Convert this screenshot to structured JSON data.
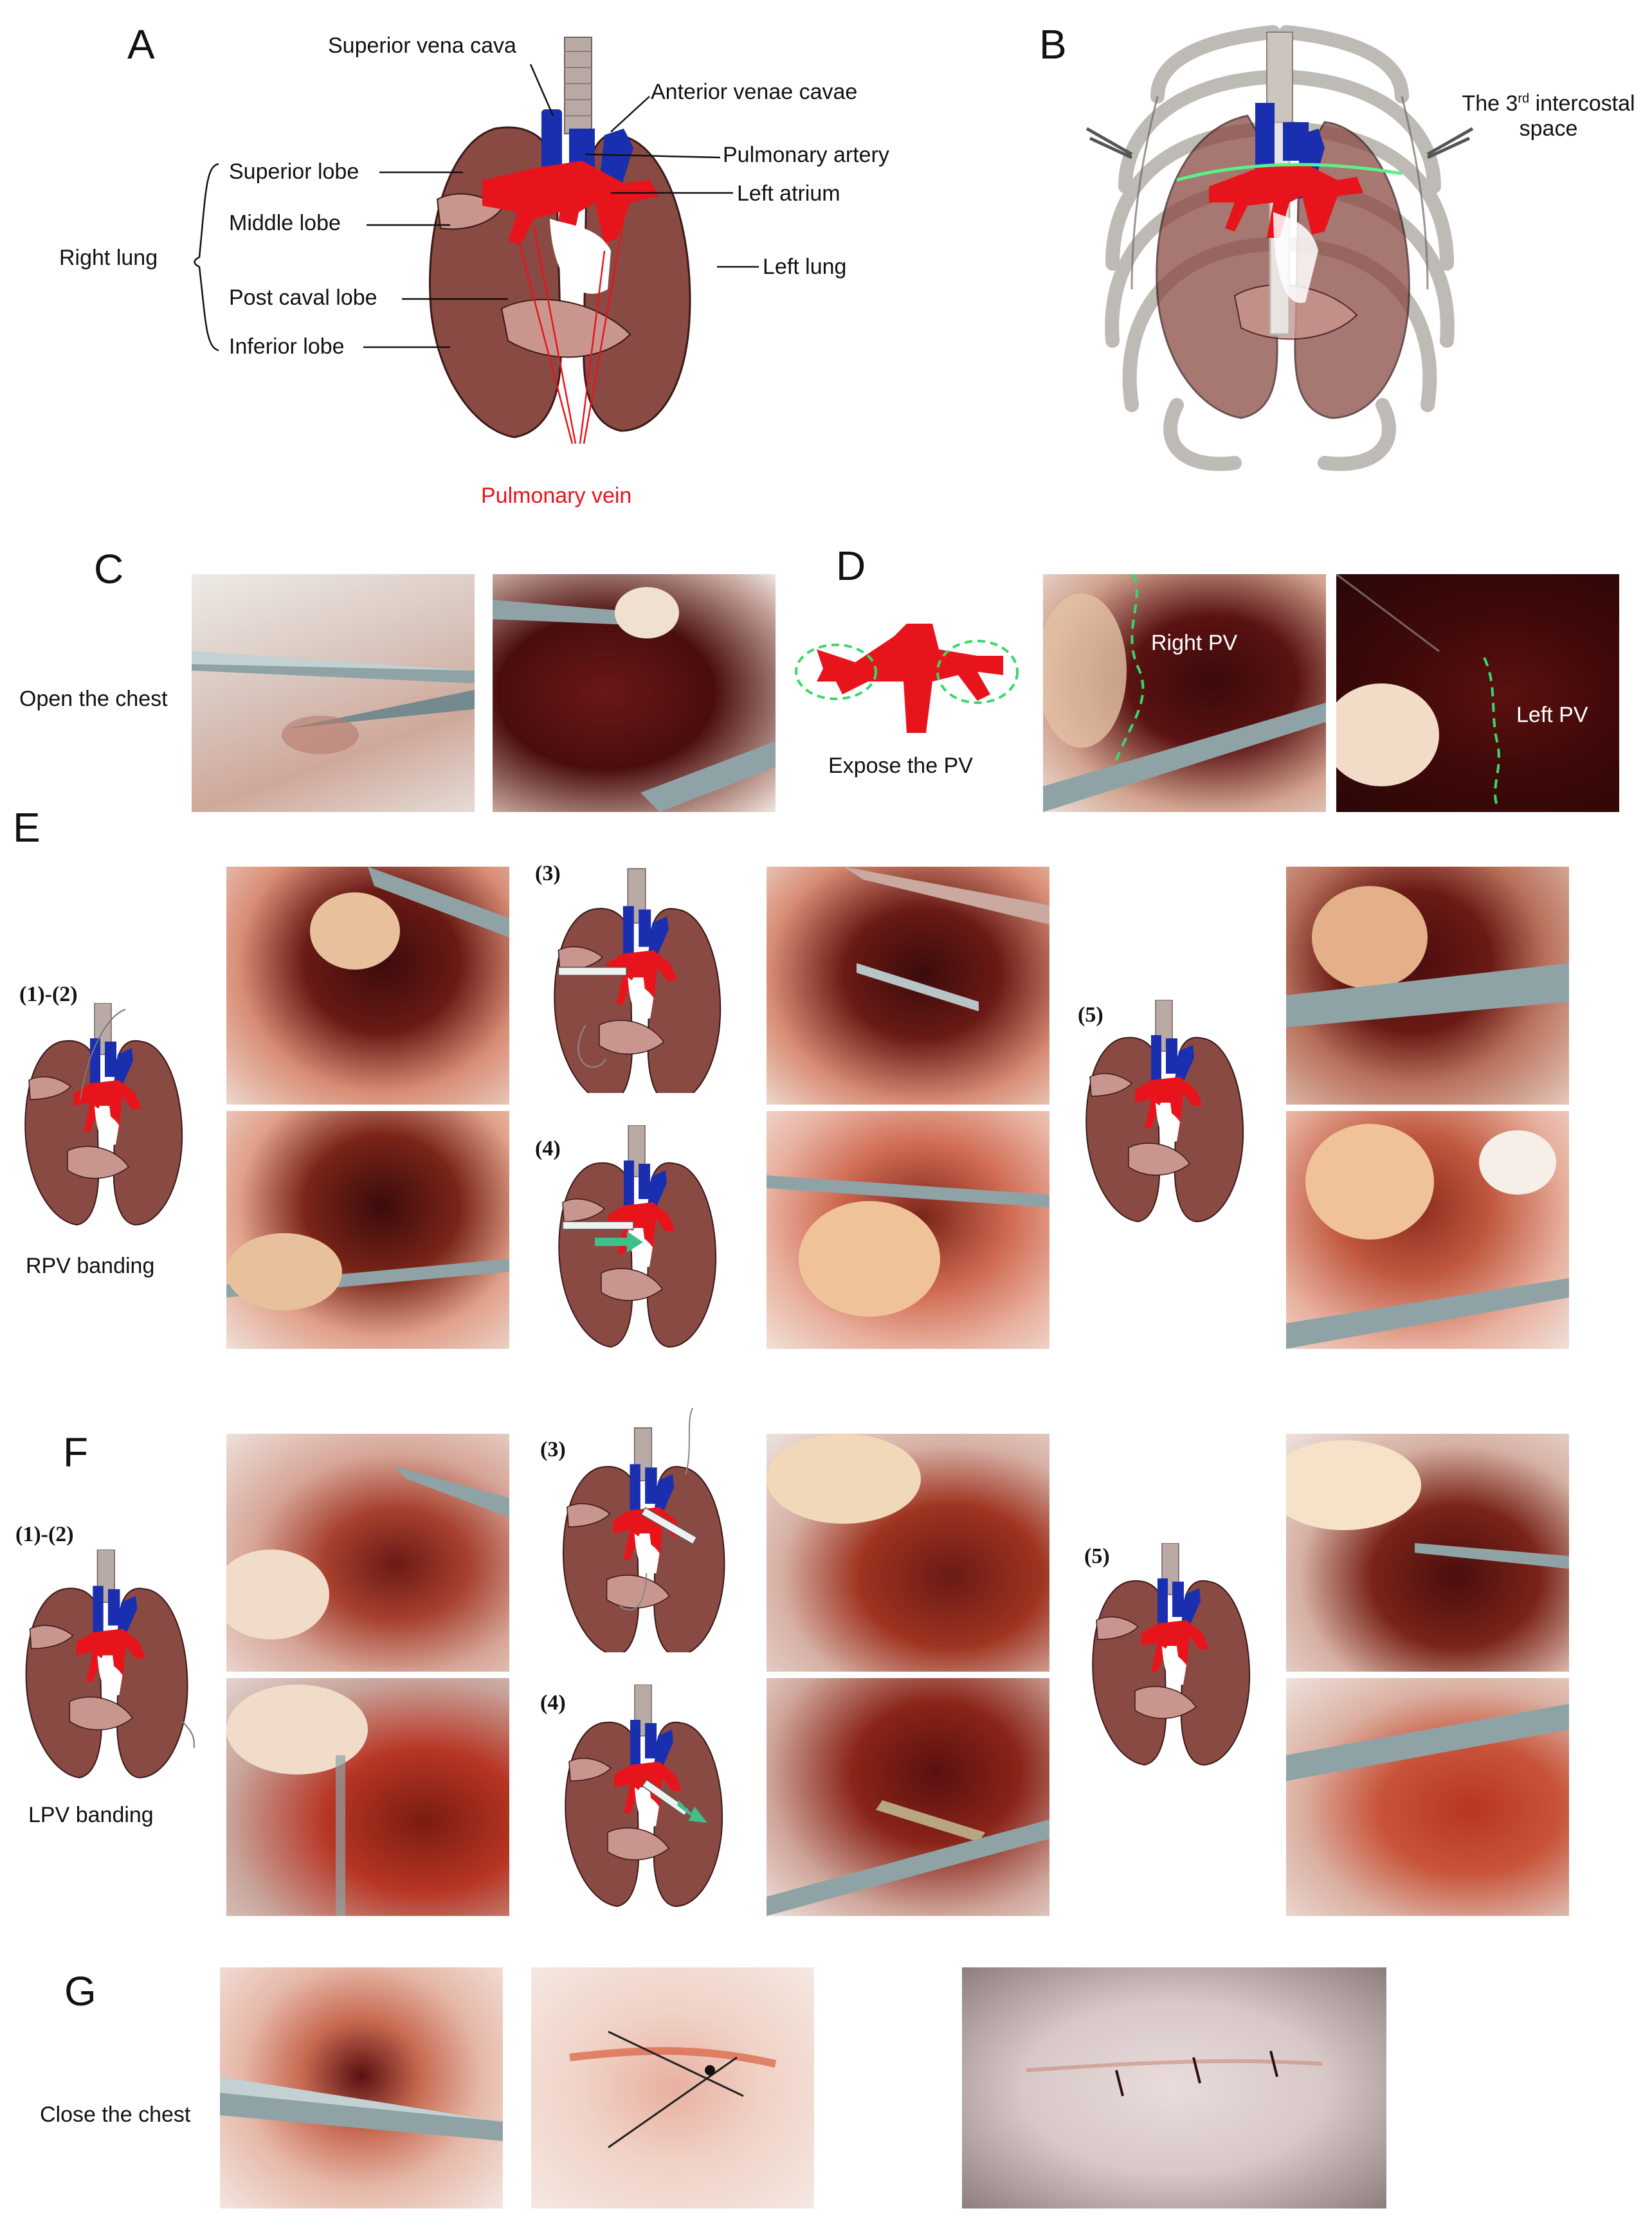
{
  "panels": {
    "A": "A",
    "B": "B",
    "C": "C",
    "D": "D",
    "E": "E",
    "F": "F",
    "G": "G"
  },
  "panelA": {
    "superior_vena_cava": "Superior vena cava",
    "anterior_venae_cavae": "Anterior venae cavae",
    "pulmonary_artery": "Pulmonary artery",
    "left_atrium": "Left atrium",
    "left_lung": "Left lung",
    "right_lung": "Right lung",
    "superior_lobe": "Superior lobe",
    "middle_lobe": "Middle lobe",
    "post_caval_lobe": "Post caval lobe",
    "inferior_lobe": "Inferior lobe",
    "pulmonary_vein": "Pulmonary vein"
  },
  "panelB": {
    "intercostal_prefix": "The 3",
    "intercostal_sup": "rd",
    "intercostal_suffix": " intercostal",
    "intercostal_line2": "space"
  },
  "panelC": {
    "caption": "Open the chest"
  },
  "panelD": {
    "caption": "Expose the PV",
    "right_pv": "Right PV",
    "left_pv": "Left PV"
  },
  "panelE": {
    "step12": "(1)-(2)",
    "step3": "(3)",
    "step4": "(4)",
    "step5": "(5)",
    "caption": "RPV banding"
  },
  "panelF": {
    "step12": "(1)-(2)",
    "step3": "(3)",
    "step4": "(4)",
    "step5": "(5)",
    "caption": "LPV banding"
  },
  "panelG": {
    "caption": "Close the chest"
  },
  "colors": {
    "lung": "#8a4a44",
    "lobe_light": "#c9958f",
    "artery_red": "#e8141b",
    "vein_blue": "#1a2fb0",
    "trachea": "#b9aaa5",
    "tissue": "#c85a48",
    "dark_cavity": "#4a0d0d",
    "dashed_green": "#38d96a"
  }
}
